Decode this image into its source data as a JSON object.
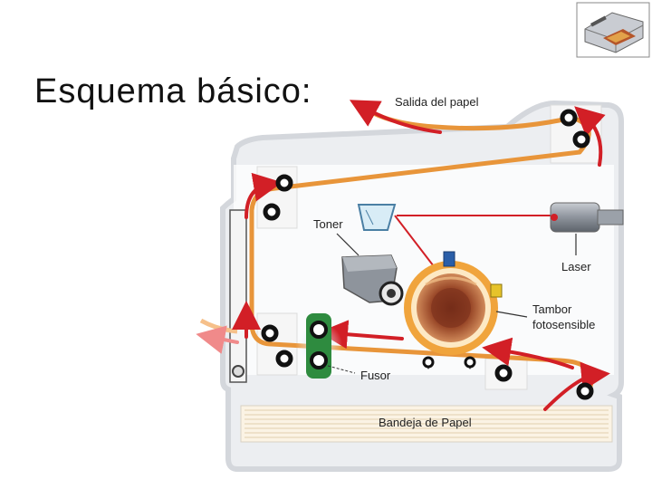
{
  "slide": {
    "title": "Esquema básico:"
  },
  "diagram": {
    "labels": {
      "paper_exit": "Salida del papel",
      "toner": "Toner",
      "laser": "Laser",
      "drum_line1": "Tambor",
      "drum_line2": "fotosensible",
      "fuser": "Fusor",
      "paper_tray": "Bandeja de Papel"
    }
  },
  "colors": {
    "paper_path": "#e8953a",
    "arrow_red": "#d21f26",
    "laser_beam": "#d21f26",
    "drum_orange": "#f0a43c",
    "drum_core": "#8a3a22",
    "fuser_green": "#2e8b3f",
    "chassis": "#e6e8ec"
  }
}
